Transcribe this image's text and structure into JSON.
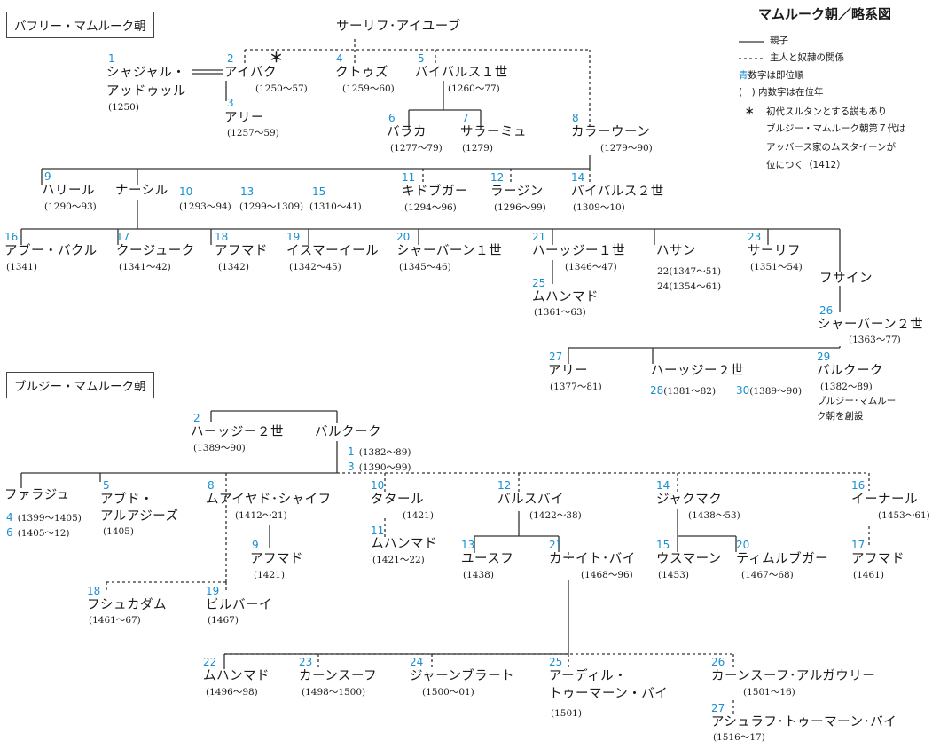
{
  "colors": {
    "line": "#333333",
    "order_numbers": "#1a8fd0",
    "text": "#1a1a1a"
  },
  "title": "マムルーク朝／略系図",
  "legend": {
    "solid": "親子",
    "dashed": "主人と奴隷の関係",
    "blue_prefix": "青",
    "blue_rest": "数字は即位順",
    "paren": "(　) 内数字は在位年",
    "star": "＊",
    "note1": "初代スルタンとする説もあり",
    "note2": "ブルジー・マムルーク朝第７代は",
    "note3": "アッバース家のムスタイーンが",
    "note4": "位につく（1412）"
  },
  "dynasties": {
    "bahri": "バフリー・マムルーク朝",
    "burji": "ブルジー・マムルーク朝"
  },
  "bahri": {
    "salih": "サーリフ･アイユーブ",
    "shajar_1": "シャジャル・",
    "shajar_2": "アッドゥッル",
    "shajar_y": "(1250)",
    "aybak": "アイバク",
    "aybak_y": "(1250～57)",
    "star": "＊",
    "ali1": "アリー",
    "ali1_y": "(1257～59)",
    "qutuz": "クトゥズ",
    "qutuz_y": "(1259～60)",
    "baybars": "バイバルス１世",
    "baybars_y": "(1260～77)",
    "baraka": "バラカ",
    "baraka_y": "(1277～79)",
    "salamish": "サラーミュ",
    "salamish_y": "(1279)",
    "qalawun": "カラーウーン",
    "qalawun_y": "(1279～90)",
    "khalil": "ハリール",
    "khalil_y": "(1290～93)",
    "nasir": "ナーシル",
    "nasir_y1": "(1293～94)",
    "nasir_y2": "(1299～1309)",
    "nasir_y3": "(1310～41)",
    "kitbugha": "キドブガー",
    "kitbugha_y": "(1294～96)",
    "lajin": "ラージン",
    "lajin_y": "(1296～99)",
    "baybars2": "バイバルス２世",
    "baybars2_y": "(1309～10)",
    "abubakr": "アブー・バクル",
    "abubakr_y": "(1341)",
    "kujuk": "クージューク",
    "kujuk_y": "(1341～42)",
    "ahmad1": "アフマド",
    "ahmad1_y": "(1342)",
    "ismail": "イスマーイール",
    "ismail_y": "(1342～45)",
    "shaban1": "シャーバーン１世",
    "shaban1_y": "(1345～46)",
    "hajji1": "ハーッジー１世",
    "hajji1_y": "(1346～47)",
    "hasan": "ハサン",
    "hasan_y1": "(1347～51)",
    "hasan_y2": "(1354～61)",
    "salih2": "サーリフ",
    "salih2_y": "(1351～54)",
    "muhammad1": "ムハンマド",
    "muhammad1_y": "(1361～63)",
    "husayn": "フサイン",
    "shaban2": "シャーバーン２世",
    "shaban2_y": "(1363～77)",
    "ali2": "アリー",
    "ali2_y": "(1377～81)",
    "hajji2": "ハーッジー２世",
    "hajji2_y1": "(1381～82)",
    "hajji2_y2": "(1389～90)",
    "barquq": "バルクーク",
    "barquq_y": "(1382～89)",
    "barquq_n1": "ブルジー･マムルー",
    "barquq_n2": "ク朝を創設"
  },
  "burji": {
    "hajji2": "ハーッジー２世",
    "hajji2_y": "(1389～90)",
    "barquq": "バルクーク",
    "barquq_y1": "(1382～89)",
    "barquq_y2": "(1390～99)",
    "faraj": "ファラジュ",
    "faraj_y1": "(1399～1405)",
    "faraj_y2": "(1405～12)",
    "abdal_1": "アブド・",
    "abdal_2": "アルアジーズ",
    "abdal_y": "(1405)",
    "muayyad": "ムアイヤド･シャイフ",
    "muayyad_y": "(1412～21)",
    "ahmad2": "アフマド",
    "ahmad2_y": "(1421)",
    "khushqadam": "フシュカダム",
    "khushqadam_y": "(1461～67)",
    "bilbay": "ビルバーイ",
    "bilbay_y": "(1467)",
    "tatar": "タタール",
    "tatar_y": "(1421)",
    "muhammad2": "ムハンマド",
    "muhammad2_y": "(1421～22)",
    "barsbay": "バルスバイ",
    "barsbay_y": "(1422～38)",
    "yusuf": "ユースフ",
    "yusuf_y": "(1438)",
    "qaitbay": "カーイト･バイ",
    "qaitbay_y": "(1468～96)",
    "jaqmaq": "ジャクマク",
    "jaqmaq_y": "(1438～53)",
    "uthman": "ウスマーン",
    "uthman_y": "(1453)",
    "timurbugha": "ティムルブガー",
    "timurbugha_y": "(1467～68)",
    "inal": "イーナール",
    "inal_y": "(1453～61)",
    "ahmad3": "アフマド",
    "ahmad3_y": "(1461)",
    "muhammad3": "ムハンマド",
    "muhammad3_y": "(1496～98)",
    "qansuh1": "カーンスーフ",
    "qansuh1_y": "(1498～1500)",
    "janbulat": "ジャーンブラート",
    "janbulat_y": "(1500～01)",
    "adil_1": "アーディル・",
    "adil_2": "トゥーマーン・バイ",
    "adil_y": "(1501)",
    "ghawri": "カーンスーフ･アルガウリー",
    "ghawri_y": "(1501～16)",
    "ashraf": "アシュラフ･トゥーマーン･バイ",
    "ashraf_y": "(1516～17)"
  },
  "order": {
    "b1": "1",
    "b2": "2",
    "b3": "3",
    "b4": "4",
    "b5": "5",
    "b6": "6",
    "b7": "7",
    "b8": "8",
    "b9": "9",
    "b10": "10",
    "b11": "11",
    "b12": "12",
    "b13": "13",
    "b14": "14",
    "b15": "15",
    "b16": "16",
    "b17": "17",
    "b18": "18",
    "b19": "19",
    "b20": "20",
    "b21": "21",
    "b22": "22",
    "b23": "23",
    "b24": "24",
    "b25": "25",
    "b26": "26",
    "b27": "27",
    "b28": "28",
    "b29": "29",
    "b30": "30",
    "j1": "1",
    "j2": "2",
    "j3": "3",
    "j4": "4",
    "j5": "5",
    "j6": "6",
    "j8": "8",
    "j9": "9",
    "j10": "10",
    "j11": "11",
    "j12": "12",
    "j13": "13",
    "j14": "14",
    "j15": "15",
    "j16": "16",
    "j17": "17",
    "j18": "18",
    "j19": "19",
    "j20": "20",
    "j21": "21",
    "j22": "22",
    "j23": "23",
    "j24": "24",
    "j25": "25",
    "j26": "26",
    "j27": "27"
  }
}
